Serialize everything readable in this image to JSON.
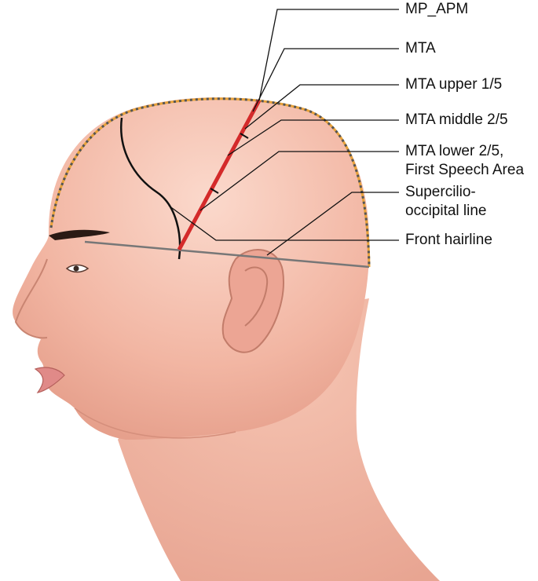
{
  "labels": {
    "mp_apm": "MP_APM",
    "mta": "MTA",
    "mta_upper": "MTA upper 1/5",
    "mta_middle": "MTA middle 2/5",
    "mta_lower_1": "MTA lower 2/5,",
    "mta_lower_2": "First Speech Area",
    "supercilio_1": "Supercilio-",
    "supercilio_2": "occipital line",
    "front_hairline": "Front hairline"
  },
  "colors": {
    "mta_line": "#d42a2a",
    "scalp_outline": "#e8a23a",
    "skin": "#f2b9a8"
  }
}
